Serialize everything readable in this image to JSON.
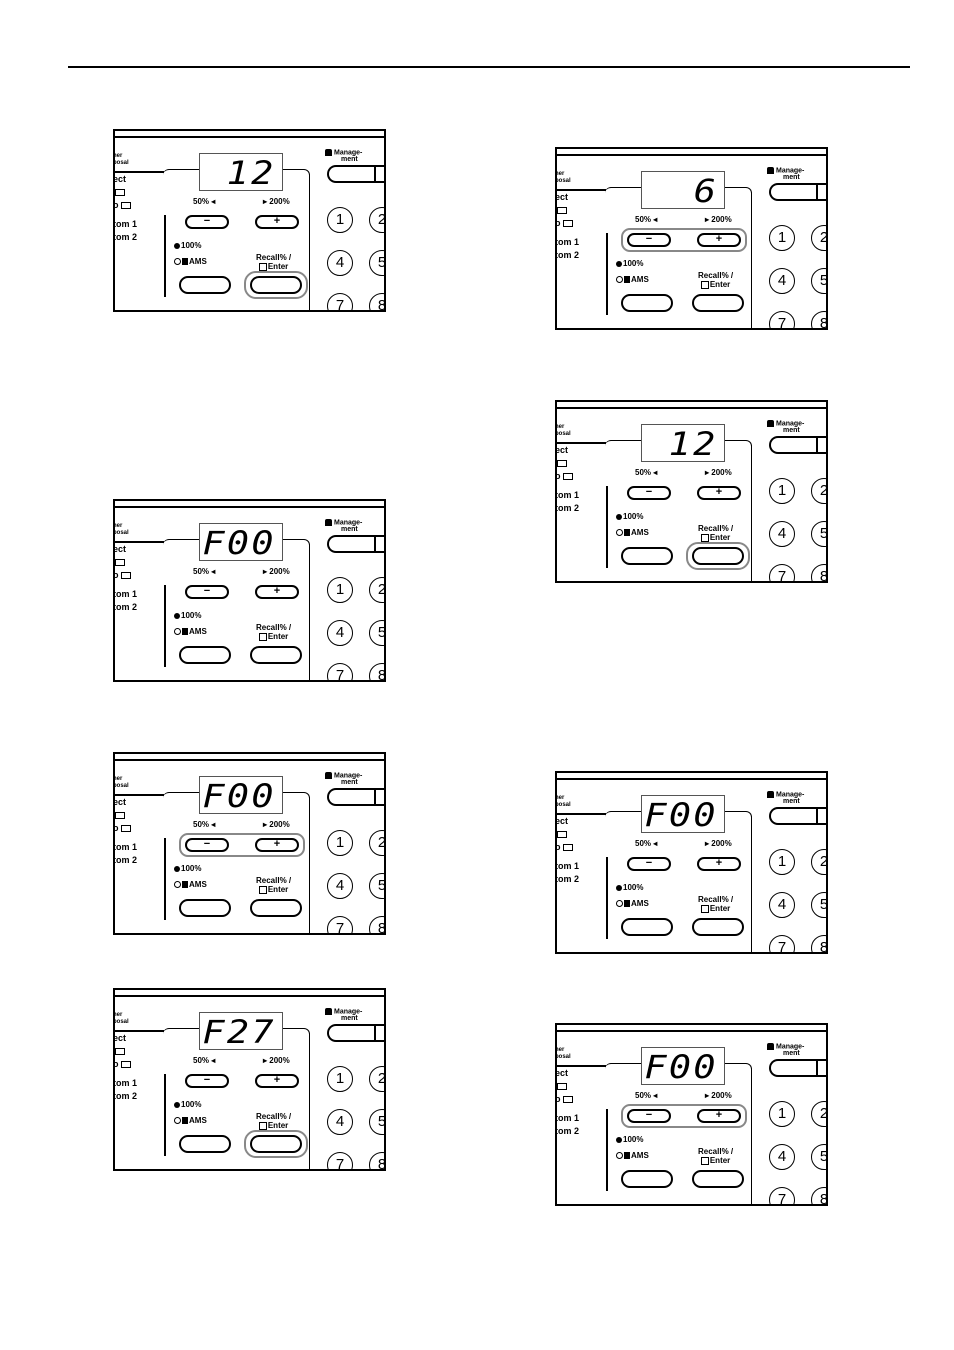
{
  "panel_labels": {
    "mode_top_1": "her",
    "mode_top_2": "posal",
    "mode_select": "ect",
    "custom_1": "tom 1",
    "custom_2": "tom 2",
    "zoom_minus_label": "50%",
    "zoom_plus_label": "200%",
    "minus_symbol": "−",
    "plus_symbol": "+",
    "p100": "100%",
    "ams": "AMS",
    "recall": "Recall% /",
    "enter": "Enter",
    "management_1": "Manage-",
    "management_2": "ment",
    "keys": [
      "1",
      "2",
      "4",
      "5",
      "7",
      "8"
    ]
  },
  "figures": [
    {
      "display": "12",
      "highlight": "enter"
    },
    {
      "display": "F00",
      "highlight": "none"
    },
    {
      "display": "F00",
      "highlight": "zoom"
    },
    {
      "display": "F27",
      "highlight": "enter"
    },
    {
      "display": "6",
      "highlight": "zoom"
    },
    {
      "display": "12",
      "highlight": "enter"
    },
    {
      "display": "F00",
      "highlight": "none"
    },
    {
      "display": "F00",
      "highlight": "zoom"
    }
  ]
}
